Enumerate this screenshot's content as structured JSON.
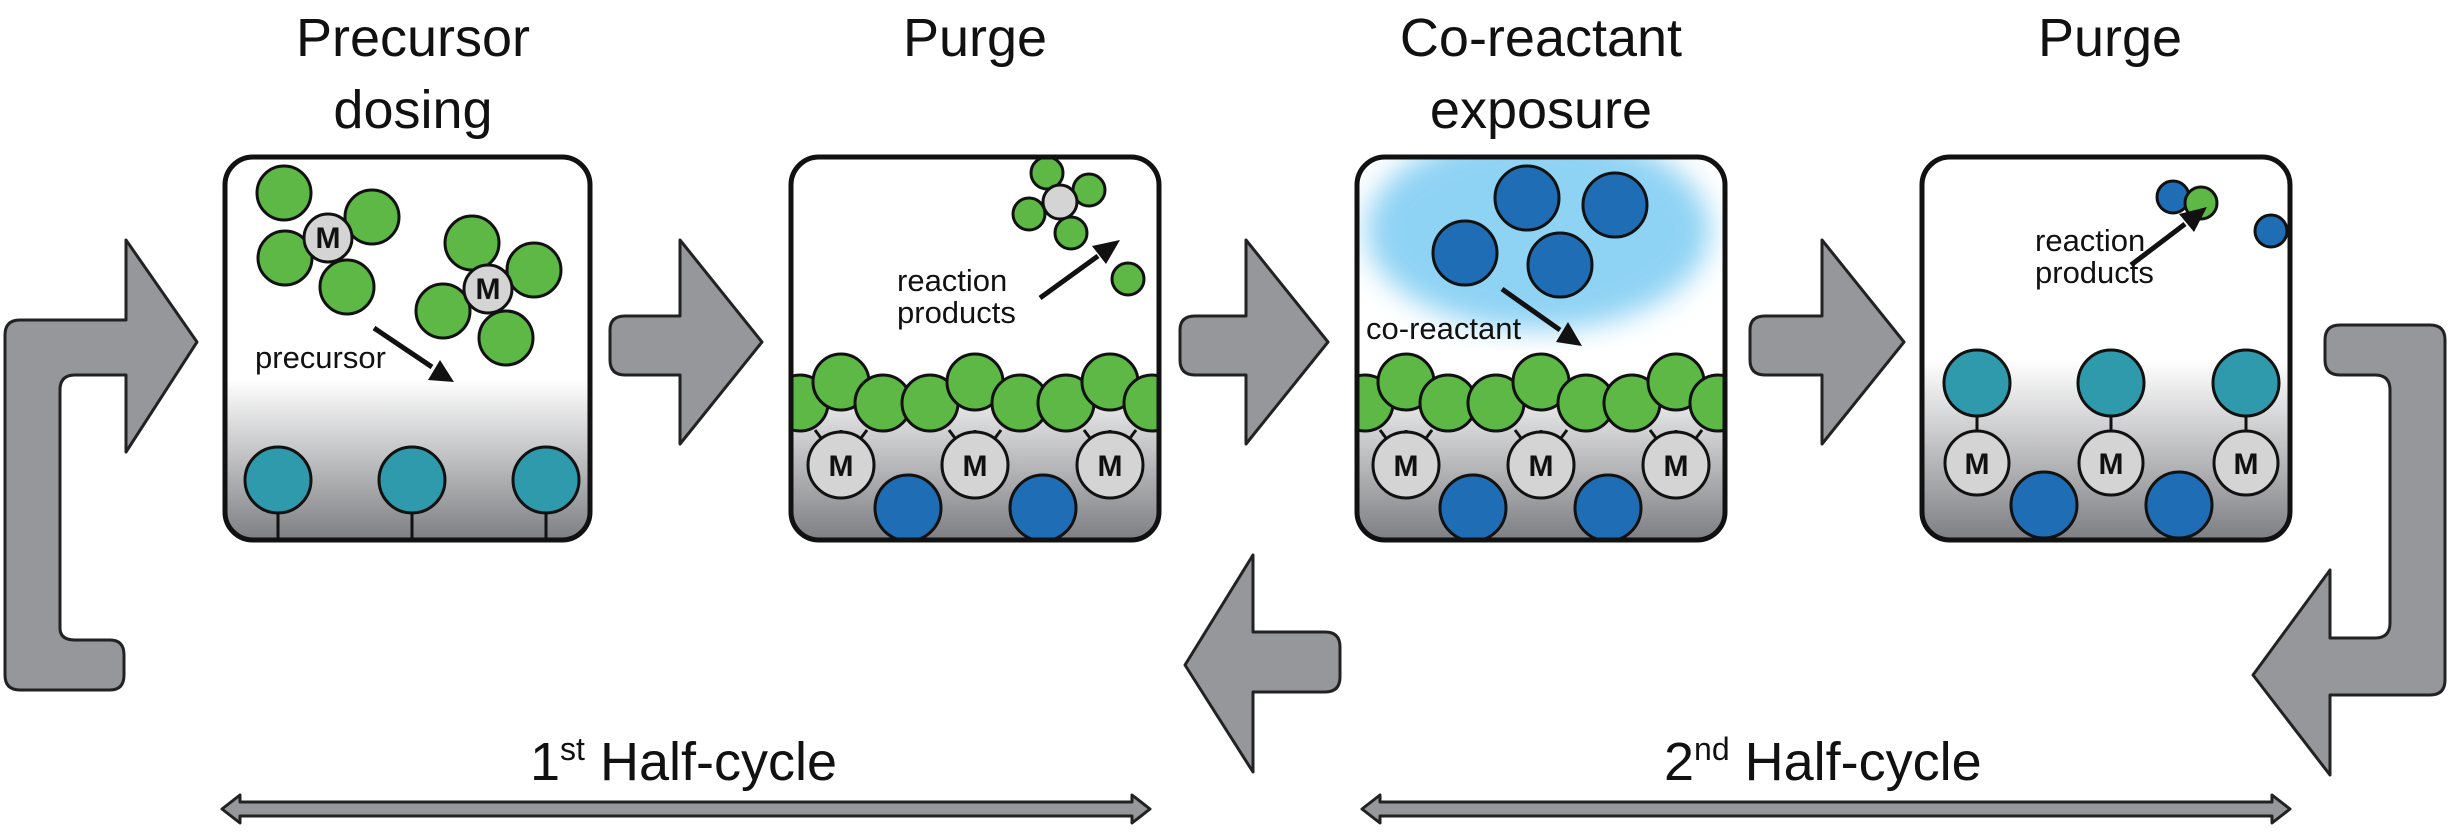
{
  "steps": [
    {
      "title_line1": "Precursor",
      "title_line2": "dosing"
    },
    {
      "title_line1": "Purge",
      "title_line2": ""
    },
    {
      "title_line1": "Co-reactant",
      "title_line2": "exposure"
    },
    {
      "title_line1": "Purge",
      "title_line2": ""
    }
  ],
  "labels": {
    "precursor": "precursor",
    "reaction_products_1_line1": "reaction",
    "reaction_products_1_line2": "products",
    "co_reactant": "co-reactant",
    "reaction_products_2_line1": "reaction",
    "reaction_products_2_line2": "products",
    "metal": "M"
  },
  "half_cycles": [
    {
      "number": "1",
      "suffix": "st",
      "text": " Half-cycle"
    },
    {
      "number": "2",
      "suffix": "nd",
      "text": " Half-cycle"
    }
  ],
  "colors": {
    "green": "#5db846",
    "teal": "#2e9aab",
    "blue": "#1f6db5",
    "metal_gray": "#d4d4d4",
    "arrow_gray": "#96979a",
    "co_reactant_cloud": "#8fd3f4"
  }
}
